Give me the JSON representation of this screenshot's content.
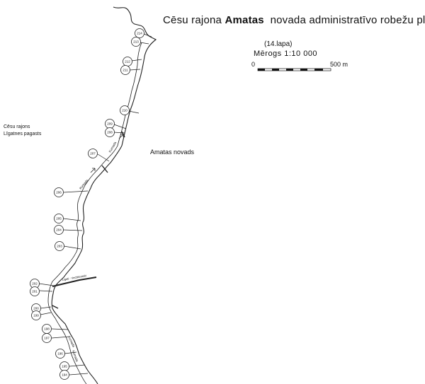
{
  "title": {
    "prefix": "Cēsu rajona ",
    "bold": "Amatas",
    "suffix": "  novada administratīvo robežu plāns"
  },
  "sheet": "(14.lapa)",
  "scale": {
    "label": "Mērogs 1:10 000",
    "zero": "0",
    "end": "500 m"
  },
  "regions": {
    "left_line1": "Cēsu rajons",
    "left_line2": "Līgatnes pagasts",
    "right": "Amatas novads"
  },
  "river_labels": [
    "Kumada",
    "Kumada",
    "Kumada",
    "Kumada"
  ],
  "road_label": "Ligati - Vecbitenieki",
  "points": [
    {
      "id": "214"
    },
    {
      "id": "213"
    },
    {
      "id": "212"
    },
    {
      "id": "211"
    },
    {
      "id": "210"
    },
    {
      "id": "209"
    },
    {
      "id": "208"
    },
    {
      "id": "207"
    },
    {
      "id": "206"
    },
    {
      "id": "205"
    },
    {
      "id": "204"
    },
    {
      "id": "203"
    },
    {
      "id": "202"
    },
    {
      "id": "201"
    },
    {
      "id": "200"
    },
    {
      "id": "199"
    },
    {
      "id": "198"
    },
    {
      "id": "197"
    },
    {
      "id": "196"
    },
    {
      "id": "195"
    },
    {
      "id": "194"
    }
  ]
}
